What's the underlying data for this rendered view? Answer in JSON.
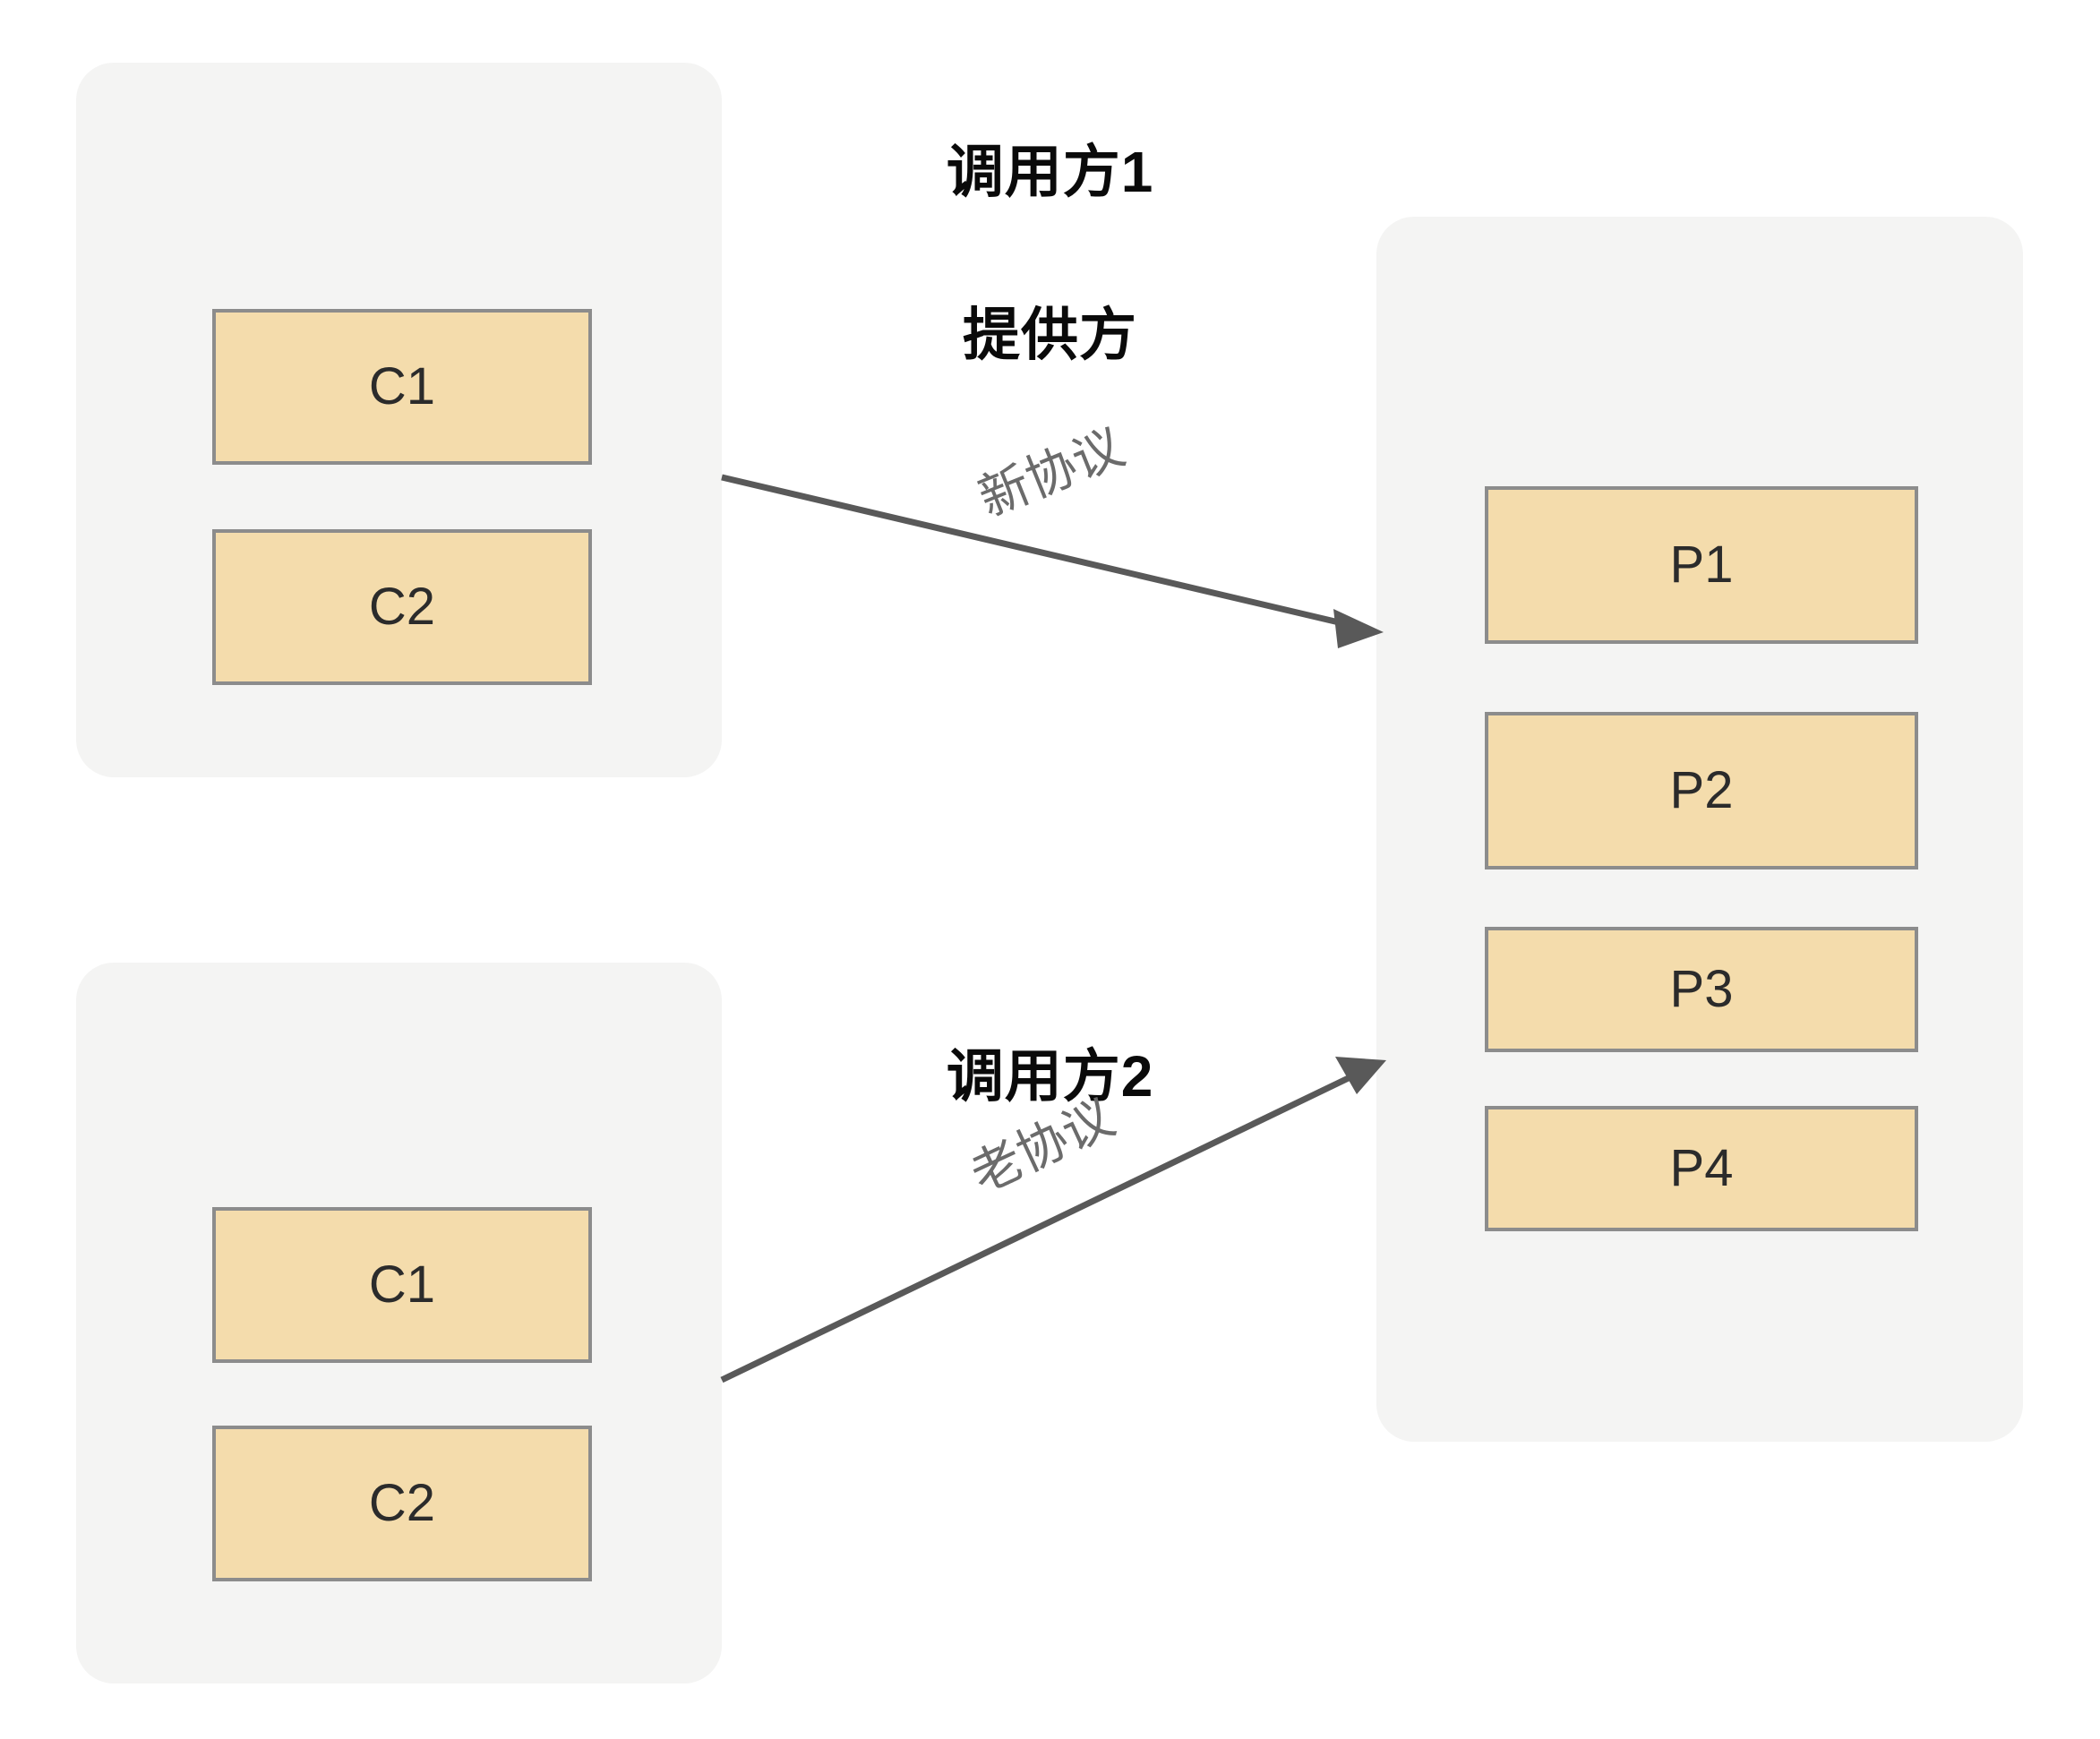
{
  "diagram": {
    "title": "",
    "background_color": "#ffffff",
    "panel_fill": "#f4f4f3",
    "box_fill": "#f4dcac",
    "box_border": "#8c8c8c",
    "connector_color": "#595959",
    "label_color": "#6b6b6b"
  },
  "panels": [
    {
      "id": "caller1",
      "title": "调用方1",
      "boxes": [
        {
          "label": "C1"
        },
        {
          "label": "C2"
        }
      ]
    },
    {
      "id": "caller2",
      "title": "调用方2",
      "boxes": [
        {
          "label": "C1"
        },
        {
          "label": "C2"
        }
      ]
    },
    {
      "id": "provider",
      "title": "提供方",
      "boxes": [
        {
          "label": "P1"
        },
        {
          "label": "P2"
        },
        {
          "label": "P3"
        },
        {
          "label": "P4"
        }
      ]
    }
  ],
  "connectors": [
    {
      "id": "new-protocol",
      "label": "新协议",
      "from": "caller1",
      "to": "provider",
      "direction": "right"
    },
    {
      "id": "old-protocol",
      "label": "老协议",
      "from": "caller2",
      "to": "provider",
      "direction": "right"
    }
  ]
}
